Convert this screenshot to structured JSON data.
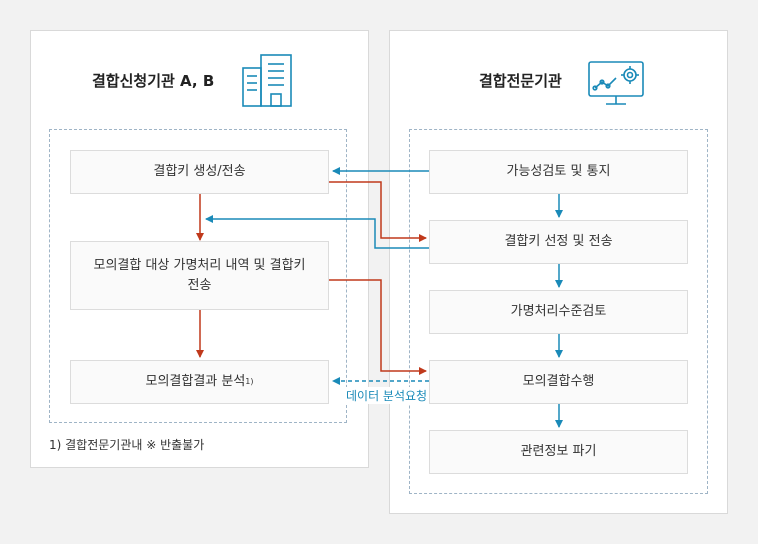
{
  "left": {
    "title": "결합신청기관 A, B",
    "icon": "office-building-icon",
    "boxes": [
      "결합키 생성/전송",
      "모의결합 대상 가명처리 내역 및 결합키 전송",
      "모의결합결과 분석"
    ],
    "footnote_mark": "1)",
    "footnote": "1) 결합전문기관내 ※ 반출불가"
  },
  "right": {
    "title": "결합전문기관",
    "icon": "monitor-gear-icon",
    "boxes": [
      "가능성검토 및 통지",
      "결합키 선정 및 전송",
      "가명처리수준검토",
      "모의결합수행",
      "관련정보 파기"
    ]
  },
  "request_label": "데이터 분석요청",
  "colors": {
    "red_arrow": "#c0391b",
    "blue_arrow": "#1a8ab8"
  }
}
